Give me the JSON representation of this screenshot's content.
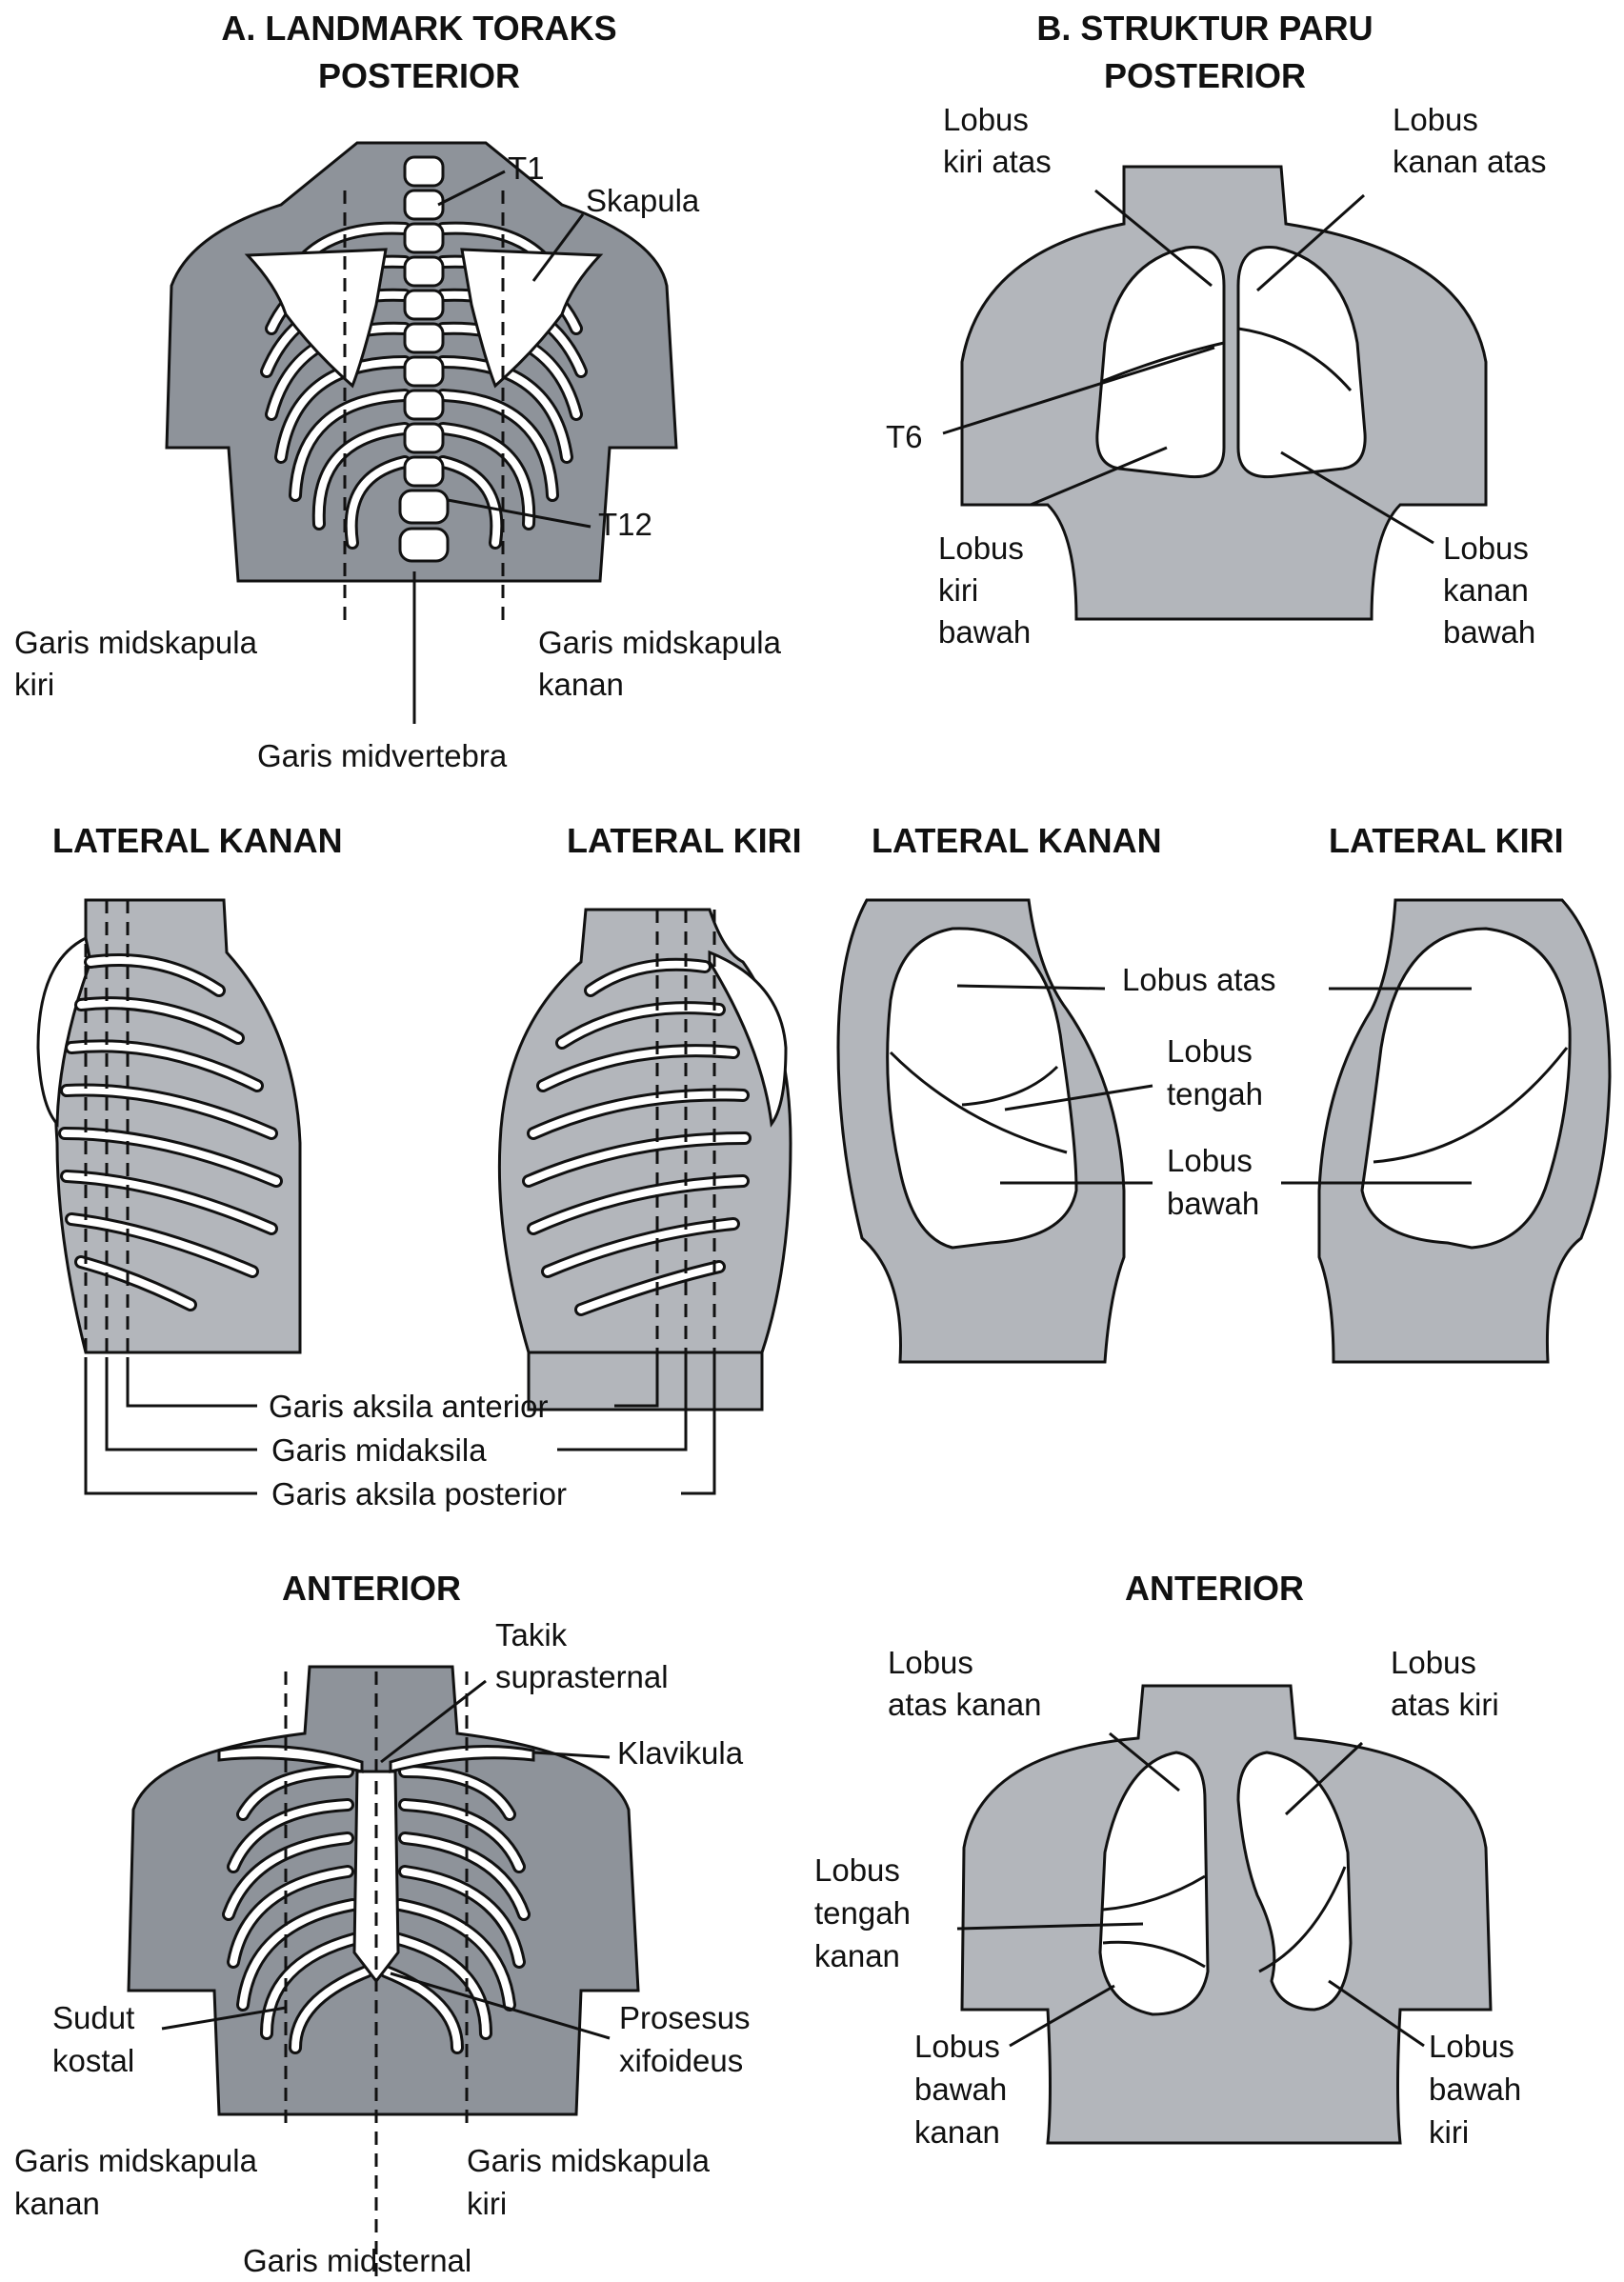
{
  "panels": {
    "landmark_posterior": {
      "title_line1": "A. LANDMARK TORAKS",
      "title_line2": "POSTERIOR",
      "labels": {
        "t1": "T1",
        "skapula": "Skapula",
        "t12": "T12",
        "midskapula_kiri_1": "Garis midskapula",
        "midskapula_kiri_2": "kiri",
        "midskapula_kanan_1": "Garis midskapula",
        "midskapula_kanan_2": "kanan",
        "midvertebra": "Garis midvertebra"
      }
    },
    "paru_posterior": {
      "title_line1": "B. STRUKTUR PARU",
      "title_line2": "POSTERIOR",
      "labels": {
        "kiri_atas_1": "Lobus",
        "kiri_atas_2": "kiri atas",
        "kanan_atas_1": "Lobus",
        "kanan_atas_2": "kanan atas",
        "t6": "T6",
        "kiri_bawah_1": "Lobus",
        "kiri_bawah_2": "kiri",
        "kiri_bawah_3": "bawah",
        "kanan_bawah_1": "Lobus",
        "kanan_bawah_2": "kanan",
        "kanan_bawah_3": "bawah"
      }
    },
    "lateral": {
      "titles": [
        "LATERAL KANAN",
        "LATERAL KIRI",
        "LATERAL KANAN",
        "LATERAL KIRI"
      ],
      "axilla_labels": {
        "anterior": "Garis aksila anterior",
        "mid": "Garis midaksila",
        "posterior": "Garis aksila posterior"
      },
      "lobe_labels": {
        "atas": "Lobus atas",
        "tengah_1": "Lobus",
        "tengah_2": "tengah",
        "bawah_1": "Lobus",
        "bawah_2": "bawah"
      }
    },
    "anterior_landmark": {
      "title": "ANTERIOR",
      "labels": {
        "takik_1": "Takik",
        "takik_2": "suprasternal",
        "klavikula": "Klavikula",
        "sudut_1": "Sudut",
        "sudut_2": "kostal",
        "prosesus_1": "Prosesus",
        "prosesus_2": "xifoideus",
        "midskapula_kanan_1": "Garis midskapula",
        "midskapula_kanan_2": "kanan",
        "midskapula_kiri_1": "Garis midskapula",
        "midskapula_kiri_2": "kiri",
        "midsternal": "Garis midsternal"
      }
    },
    "anterior_paru": {
      "title": "ANTERIOR",
      "labels": {
        "atas_kanan_1": "Lobus",
        "atas_kanan_2": "atas kanan",
        "atas_kiri_1": "Lobus",
        "atas_kiri_2": "atas kiri",
        "tengah_1": "Lobus",
        "tengah_2": "tengah",
        "tengah_3": "kanan",
        "bawah_kanan_1": "Lobus",
        "bawah_kanan_2": "bawah",
        "bawah_kanan_3": "kanan",
        "bawah_kiri_1": "Lobus",
        "bawah_kiri_2": "bawah",
        "bawah_kiri_3": "kiri"
      }
    }
  },
  "colors": {
    "body_fill": "#b3b6bb",
    "body_fill_dark": "#8e939a",
    "line": "#111111",
    "lung": "#ffffff"
  }
}
